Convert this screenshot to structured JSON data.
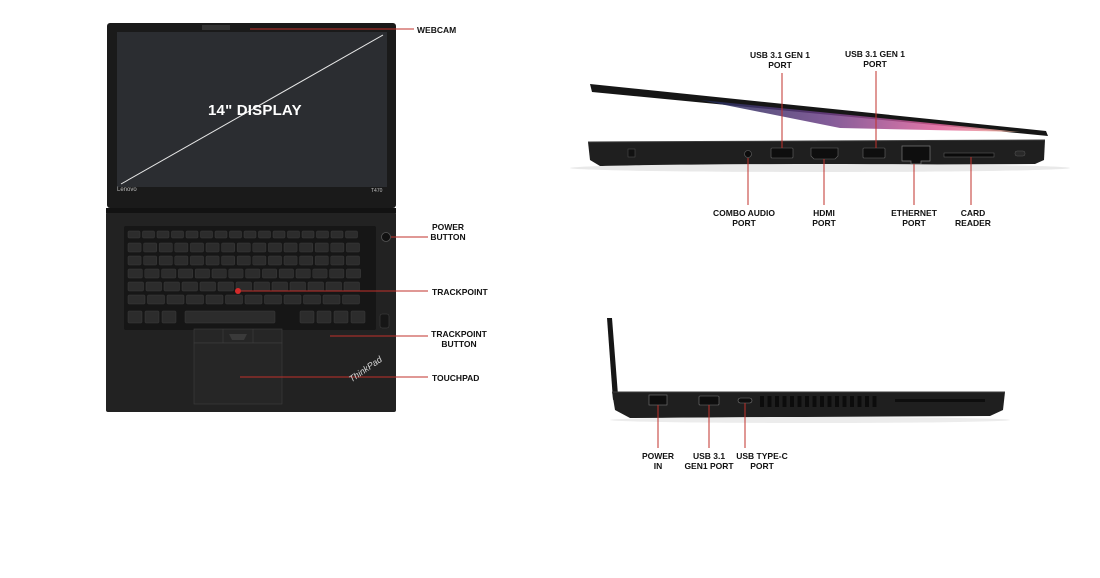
{
  "laptop": {
    "brand_text": "Lenovo",
    "model_text": "T470",
    "keyboard_brand_text": "ThinkPad"
  },
  "labels": {
    "display": "14\" DISPLAY",
    "webcam": "WEBCAM",
    "power_button": [
      "POWER",
      "BUTTON"
    ],
    "trackpoint": "TRACKPOINT",
    "trackpoint_button": [
      "TRACKPOINT",
      "BUTTON"
    ],
    "touchpad": "TOUCHPAD",
    "usb_right_a": [
      "USB 3.1 GEN 1",
      "PORT"
    ],
    "usb_right_b": [
      "USB 3.1 GEN 1",
      "PORT"
    ],
    "combo_audio": [
      "COMBO AUDIO",
      "PORT"
    ],
    "hdmi": [
      "HDMI",
      "PORT"
    ],
    "ethernet": [
      "ETHERNET",
      "PORT"
    ],
    "card_reader": [
      "CARD",
      "READER"
    ],
    "power_in": [
      "POWER",
      "IN"
    ],
    "usb_left": [
      "USB 3.1",
      "GEN1 PORT"
    ],
    "usb_typec": [
      "USB TYPE-C",
      "PORT"
    ]
  },
  "colors": {
    "leader_line": "#c0302b",
    "laptop_body": "#1c1c1c",
    "screen": "#2b2d31"
  }
}
